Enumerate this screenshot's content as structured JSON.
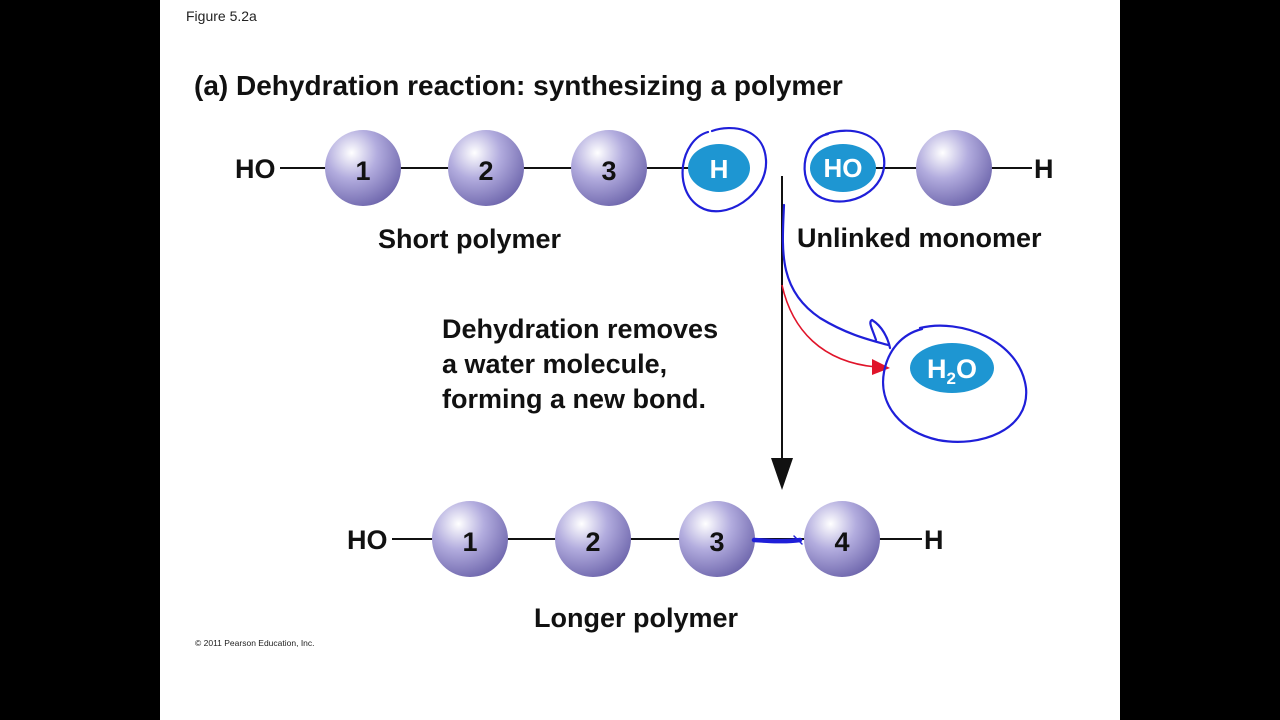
{
  "figure_label": "Figure 5.2a",
  "title": "(a) Dehydration reaction: synthesizing a polymer",
  "short_polymer": {
    "left_end": "HO",
    "monomers": [
      "1",
      "2",
      "3"
    ],
    "hydrogen": "H",
    "label": "Short polymer"
  },
  "unlinked_monomer": {
    "hydroxyl": "HO",
    "right_end": "H",
    "label": "Unlinked monomer"
  },
  "reaction_note": {
    "line1": "Dehydration removes",
    "line2": "a water molecule,",
    "line3": "forming a new bond."
  },
  "water": {
    "h": "H",
    "sub": "2",
    "o": "O"
  },
  "longer_polymer": {
    "left_end": "HO",
    "monomers": [
      "1",
      "2",
      "3",
      "4"
    ],
    "right_end": "H",
    "label": "Longer polymer"
  },
  "copyright": "© 2011 Pearson Education, Inc.",
  "colors": {
    "background": "#ffffff",
    "sphere": "#9b94cc",
    "blue_group": "#1e96d2",
    "annotation_ink": "#1f1fd9",
    "red_arrow": "#e0142a",
    "text": "#111111"
  }
}
